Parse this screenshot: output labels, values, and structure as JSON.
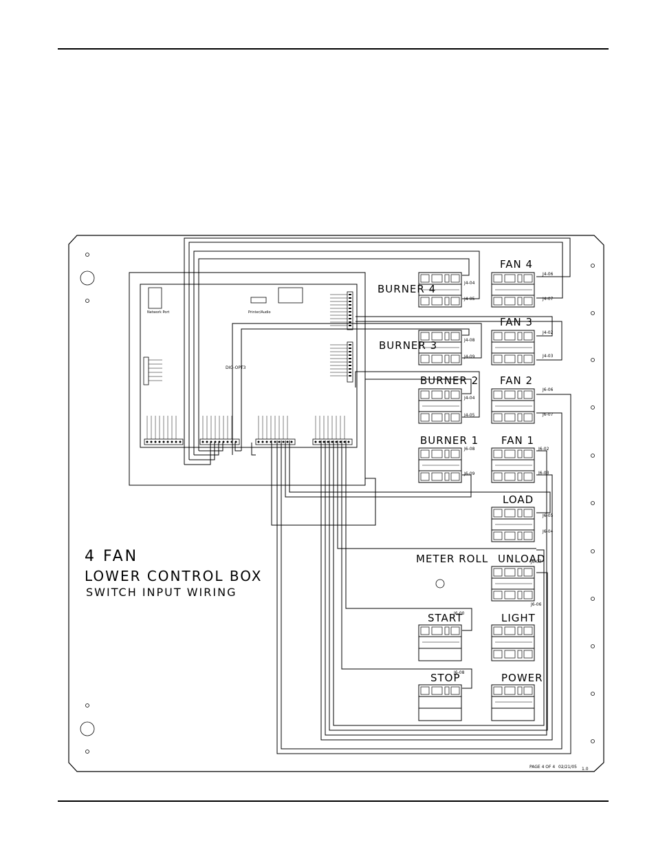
{
  "title": {
    "line1": "4 FAN",
    "line2": "LOWER CONTROL BOX",
    "line3": "SWITCH INPUT WIRING"
  },
  "board": {
    "label": "DIO-OPT3",
    "network_port": "Network Port",
    "header_label": "Printer/Audio"
  },
  "switch_groups": {
    "burner4": "BURNER 4",
    "burner3": "BURNER 3",
    "burner2": "BURNER 2",
    "burner1": "BURNER 1",
    "fan4": "FAN 4",
    "fan3": "FAN 3",
    "fan2": "FAN 2",
    "fan1": "FAN 1",
    "load": "LOAD",
    "unload": "UNLOAD",
    "meter_roll": "METER ROLL",
    "start": "START",
    "light": "LIGHT",
    "stop": "STOP",
    "power": "POWER"
  },
  "wire_labels": {
    "burner4_a": "J4-04",
    "burner4_b": "J4-05",
    "fan4_a": "J4-06",
    "fan4_b": "J4-07",
    "burner3_a": "J4-08",
    "burner3_b": "J4-09",
    "fan3_a": "J4-02",
    "fan3_b": "J4-03",
    "burner2_a": "J4-04",
    "burner2_b": "J4-05",
    "fan2_a": "J6-06",
    "fan2_b": "J6-07",
    "burner1_a": "J6-08",
    "burner1_b": "J6-09",
    "fan1_a": "J6-02",
    "fan1_b": "J6-03",
    "load_a": "J6-05",
    "load_b": "J6-04",
    "unload_a": "J6-07",
    "unload_b": "J6-06",
    "start": "J6-00",
    "stop": "J6-08"
  },
  "footer": {
    "page": "PAGE 4 OF 4",
    "date": "02/21/05",
    "rev": "1.0"
  }
}
